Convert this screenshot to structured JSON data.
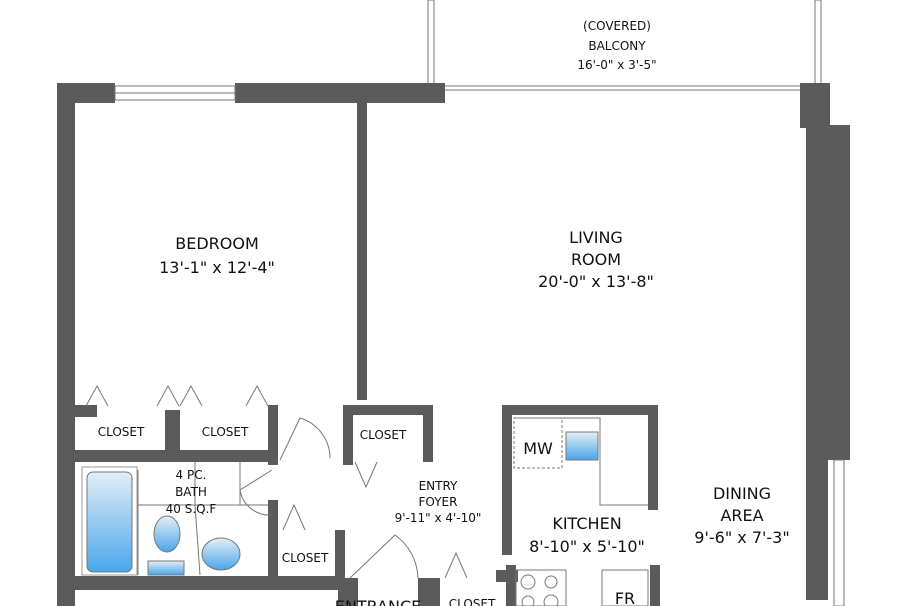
{
  "rooms": {
    "balcony": {
      "line1": "(COVERED)",
      "line2": "BALCONY",
      "dims": "16'-0\" x 3'-5\""
    },
    "bedroom": {
      "name": "BEDROOM",
      "dims": "13'-1\" x 12'-4\""
    },
    "living": {
      "line1": "LIVING",
      "line2": "ROOM",
      "dims": "20'-0\" x 13'-8\""
    },
    "closet_bed_left": {
      "name": "CLOSET"
    },
    "closet_bed_right": {
      "name": "CLOSET"
    },
    "closet_hall": {
      "name": "CLOSET"
    },
    "closet_bath_side": {
      "name": "CLOSET"
    },
    "closet_entrance": {
      "name": "CLOSET"
    },
    "bath": {
      "line1": "4 PC.",
      "line2": "BATH",
      "line3": "40 S.Q.F"
    },
    "foyer": {
      "line1": "ENTRY",
      "line2": "FOYER",
      "dims": "9'-11\" x 4'-10\""
    },
    "kitchen": {
      "name": "KITCHEN",
      "dims": "8'-10\" x 5'-10\""
    },
    "dining": {
      "line1": "DINING",
      "line2": "AREA",
      "dims": "9'-6\" x 7'-3\""
    },
    "entrance": {
      "name": "ENTRANCE"
    }
  },
  "appliances": {
    "microwave": "MW",
    "fridge": "FR"
  },
  "colors": {
    "wall": "#5b5b5b",
    "fixture_blue": "#6fb6ea"
  }
}
